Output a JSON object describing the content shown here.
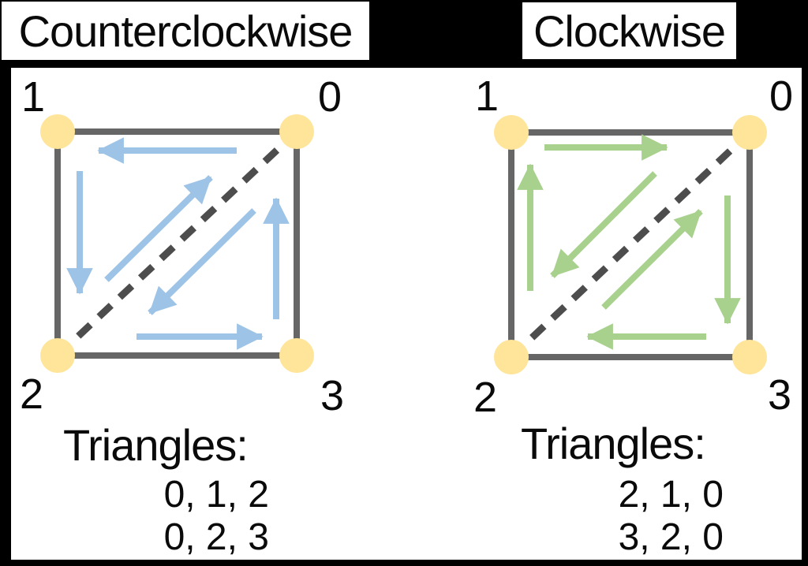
{
  "figure": {
    "background_color": "#000000",
    "panel_color": "#ffffff",
    "text_color": "#0a0a0a"
  },
  "panels": [
    {
      "title": "Counterclockwise",
      "arrow_color": "#9DC3E6",
      "vertex_color": "#FFE599",
      "edge_color": "#666666",
      "diagonal_color": "#4d4d4d",
      "vertices": [
        {
          "label": "0",
          "corner": "top-right"
        },
        {
          "label": "1",
          "corner": "top-left"
        },
        {
          "label": "2",
          "corner": "bottom-left"
        },
        {
          "label": "3",
          "corner": "bottom-right"
        }
      ],
      "winding_arrows": [
        {
          "from": "0",
          "to": "1"
        },
        {
          "from": "1",
          "to": "2"
        },
        {
          "from": "2",
          "to": "0"
        },
        {
          "from": "0",
          "to": "2"
        },
        {
          "from": "3",
          "to": "0"
        },
        {
          "from": "2",
          "to": "3"
        }
      ],
      "triangles_label": "Triangles:",
      "triangles": [
        "0, 1, 2",
        "0, 2, 3"
      ]
    },
    {
      "title": "Clockwise",
      "arrow_color": "#A9D18E",
      "vertex_color": "#FFE599",
      "edge_color": "#666666",
      "diagonal_color": "#4d4d4d",
      "vertices": [
        {
          "label": "0",
          "corner": "top-right"
        },
        {
          "label": "1",
          "corner": "top-left"
        },
        {
          "label": "2",
          "corner": "bottom-left"
        },
        {
          "label": "3",
          "corner": "bottom-right"
        }
      ],
      "winding_arrows": [
        {
          "from": "1",
          "to": "0"
        },
        {
          "from": "2",
          "to": "1"
        },
        {
          "from": "0",
          "to": "2"
        },
        {
          "from": "2",
          "to": "0"
        },
        {
          "from": "0",
          "to": "3"
        },
        {
          "from": "3",
          "to": "2"
        }
      ],
      "triangles_label": "Triangles:",
      "triangles": [
        "2, 1, 0",
        "3, 2, 0"
      ]
    }
  ]
}
